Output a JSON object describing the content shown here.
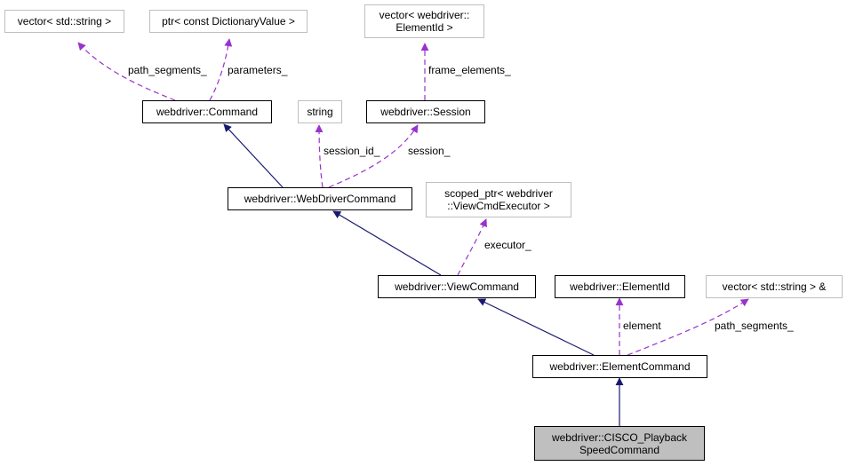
{
  "nodes": {
    "vector_string": "vector< std::string >",
    "ptr_dictionary": "ptr< const DictionaryValue >",
    "vector_elementid": "vector< webdriver::\nElementId >",
    "command": "webdriver::Command",
    "string": "string",
    "session": "webdriver::Session",
    "webdriver_command": "webdriver::WebDriverCommand",
    "scoped_ptr": "scoped_ptr< webdriver\n::ViewCmdExecutor >",
    "view_command": "webdriver::ViewCommand",
    "element_id": "webdriver::ElementId",
    "vector_string_ref": "vector< std::string > &",
    "element_command": "webdriver::ElementCommand",
    "cisco_command": "webdriver::CISCO_Playback\nSpeedCommand"
  },
  "edge_labels": {
    "path_segments_1": "path_segments_",
    "parameters": "parameters_",
    "frame_elements": "frame_elements_",
    "session_id": "session_id_",
    "session": "session_",
    "executor": "executor_",
    "element": "element",
    "path_segments_2": "path_segments_"
  },
  "colors": {
    "inheritance_edge": "#191970",
    "usage_edge": "#9a32cd",
    "external_border": "#bfbfbf",
    "focus_fill": "#bfbfbf"
  }
}
